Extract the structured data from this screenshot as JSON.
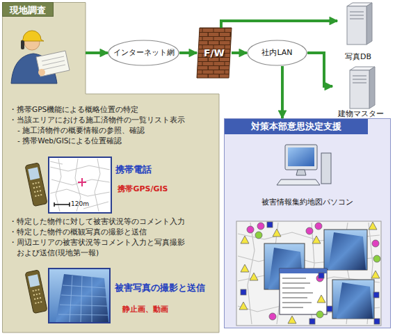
{
  "diagram": {
    "nodes": [
      {
        "text": [
          "現地調査",
          "・携帯GPS機能による概略位置の特定",
          "・当該エリアにおける施工済物件の一覧リスト表示",
          "- 施工済物件の概要情報の参照、確認",
          "- 携帯Web/GISによる位置確認",
          "・特定した物件に対して被害状況等のコメント入力",
          "・特定した物件の概観写真の撮影と送信",
          "・周辺エリアの被害状況等コメント入力と写真撮影 および送信(現地第一報)"
        ]
      },
      {
        "text": [
          "携帯電話",
          "携帯GPS/GIS"
        ],
        "in": 0
      },
      {
        "text": [
          "被害写真の撮影と送信",
          "静止画、動画"
        ],
        "in": 0
      },
      {
        "text": [
          "インターネット網"
        ]
      },
      {
        "text": [
          "F/W"
        ]
      },
      {
        "text": [
          "社内LAN"
        ]
      },
      {
        "text": [
          "写真DB"
        ]
      },
      {
        "text": [
          "建物マスター"
        ]
      },
      {
        "text": [
          "対策本部意思決定支援",
          "被害情報集約地図パソコン"
        ]
      }
    ],
    "edges": [
      {
        "from": 0,
        "to": 3,
        "arrow": "to"
      },
      {
        "from": 3,
        "to": 4,
        "arrow": "to"
      },
      {
        "from": 4,
        "to": 5,
        "arrow": "to"
      },
      {
        "from": 4,
        "to": 6,
        "arrow": "to"
      },
      {
        "from": 5,
        "to": 7,
        "arrow": "to"
      },
      {
        "from": 5,
        "to": 8,
        "arrow": "to"
      }
    ],
    "labels": [
      "120m"
    ]
  }
}
